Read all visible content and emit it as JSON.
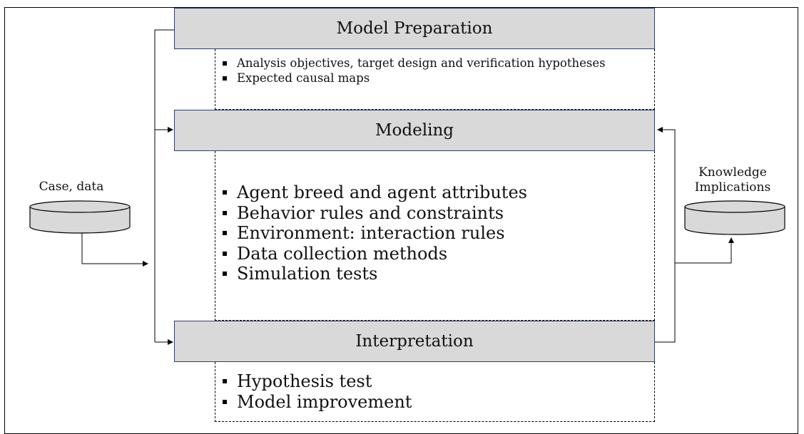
{
  "stages": {
    "model_preparation": {
      "title": "Model Preparation",
      "items": [
        "Analysis objectives, target design and verification hypotheses",
        "Expected causal maps"
      ]
    },
    "modeling": {
      "title": "Modeling",
      "items": [
        "Agent breed and agent attributes",
        "Behavior rules and constraints",
        "Environment: interaction rules",
        "Data collection methods",
        "Simulation tests"
      ]
    },
    "interpretation": {
      "title": "Interpretation",
      "items": [
        "Hypothesis test",
        "Model improvement"
      ]
    }
  },
  "inputs": {
    "case_data": "Case, data"
  },
  "outputs": {
    "knowledge": [
      "Knowledge",
      "Implications"
    ]
  },
  "colors": {
    "stage_fill": "#d9d9d9",
    "stage_border": "#2f3f6a",
    "cylinder_fill": "#d9d9d9"
  }
}
